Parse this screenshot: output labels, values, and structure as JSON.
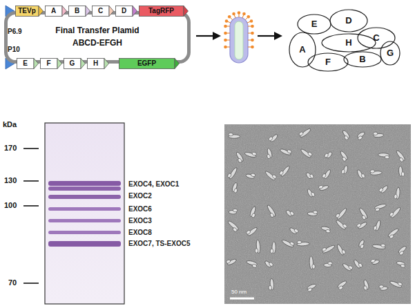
{
  "diagram": {
    "nodes": [
      {
        "text": [
          "Final Transfer Plamid",
          "ABCD-EFGH"
        ]
      },
      {
        "text": [
          "TEVp"
        ]
      },
      {
        "text": [
          "A"
        ]
      },
      {
        "text": [
          "B"
        ]
      },
      {
        "text": [
          "C"
        ]
      },
      {
        "text": [
          "D"
        ]
      },
      {
        "text": [
          "TagRFP"
        ]
      },
      {
        "text": [
          "E"
        ]
      },
      {
        "text": [
          "F"
        ]
      },
      {
        "text": [
          "G"
        ]
      },
      {
        "text": [
          "H"
        ]
      },
      {
        "text": [
          "EGFP"
        ]
      },
      {
        "text": [
          "E"
        ]
      },
      {
        "text": [
          "D"
        ]
      },
      {
        "text": [
          "C"
        ]
      },
      {
        "text": [
          "A"
        ]
      },
      {
        "text": [
          "H"
        ]
      },
      {
        "text": [
          "G"
        ]
      },
      {
        "text": [
          "F"
        ]
      },
      {
        "text": [
          "B"
        ]
      }
    ],
    "labels": [
      "P6.9",
      "P10",
      "kDa",
      "170",
      "130",
      "100",
      "70",
      "EXOC4, EXOC1",
      "EXOC2",
      "EXOC6",
      "EXOC3",
      "EXOC8",
      "EXOC7, TS-EXOC5",
      "50 nm"
    ]
  }
}
